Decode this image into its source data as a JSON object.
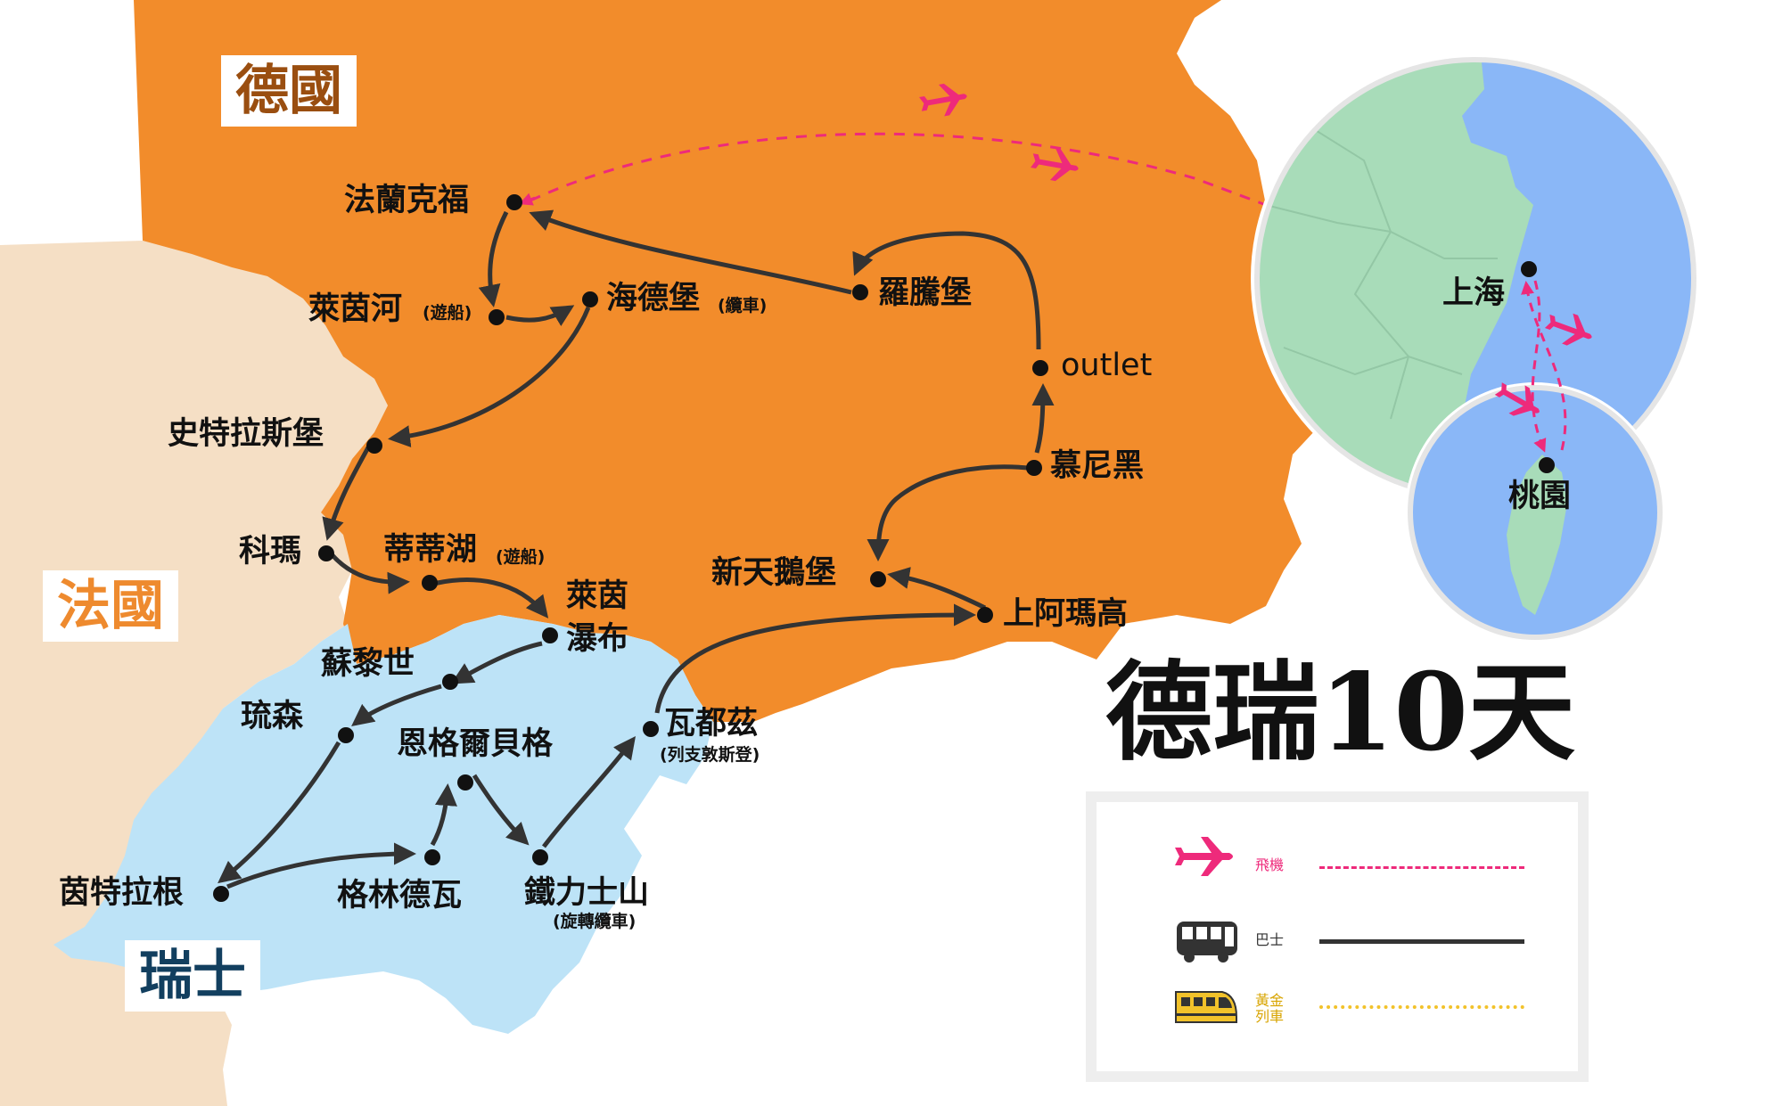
{
  "countries": {
    "germany": "德國",
    "france": "法國",
    "switzerland": "瑞士"
  },
  "title": "德瑞10天",
  "cities": {
    "frankfurt": "法蘭克福",
    "rhine": "萊茵河",
    "rhine_note": "(遊船)",
    "heidelberg": "海德堡",
    "heidelberg_note": "(纜車)",
    "rothenburg": "羅騰堡",
    "outlet": "outlet",
    "munich": "慕尼黑",
    "strasbourg": "史特拉斯堡",
    "colmar": "科瑪",
    "titisee": "蒂蒂湖",
    "titisee_note": "(遊船)",
    "rhine_falls_1": "萊茵",
    "rhine_falls_2": "瀑布",
    "neuschwanstein": "新天鵝堡",
    "oberammergau": "上阿瑪高",
    "zurich": "蘇黎世",
    "lucerne": "琉森",
    "engelberg": "恩格爾貝格",
    "vaduz": "瓦都茲",
    "vaduz_note": "(列支敦斯登)",
    "interlaken": "茵特拉根",
    "grindelwald": "格林德瓦",
    "titlis": "鐵力士山",
    "titlis_note": "(旋轉纜車)",
    "shanghai": "上海",
    "taoyuan": "桃園"
  },
  "legend": {
    "plane": "飛機",
    "bus": "巴士",
    "train_1": "黃金",
    "train_2": "列車"
  },
  "colors": {
    "germany": "#f28c2b",
    "france": "#f5dfc5",
    "switzerland": "#bde3f7",
    "route": "#333333",
    "flight": "#ee2a7b",
    "train": "#f2c22a",
    "globe_land": "#a8dcb9",
    "globe_sea": "#8ab7f7"
  }
}
